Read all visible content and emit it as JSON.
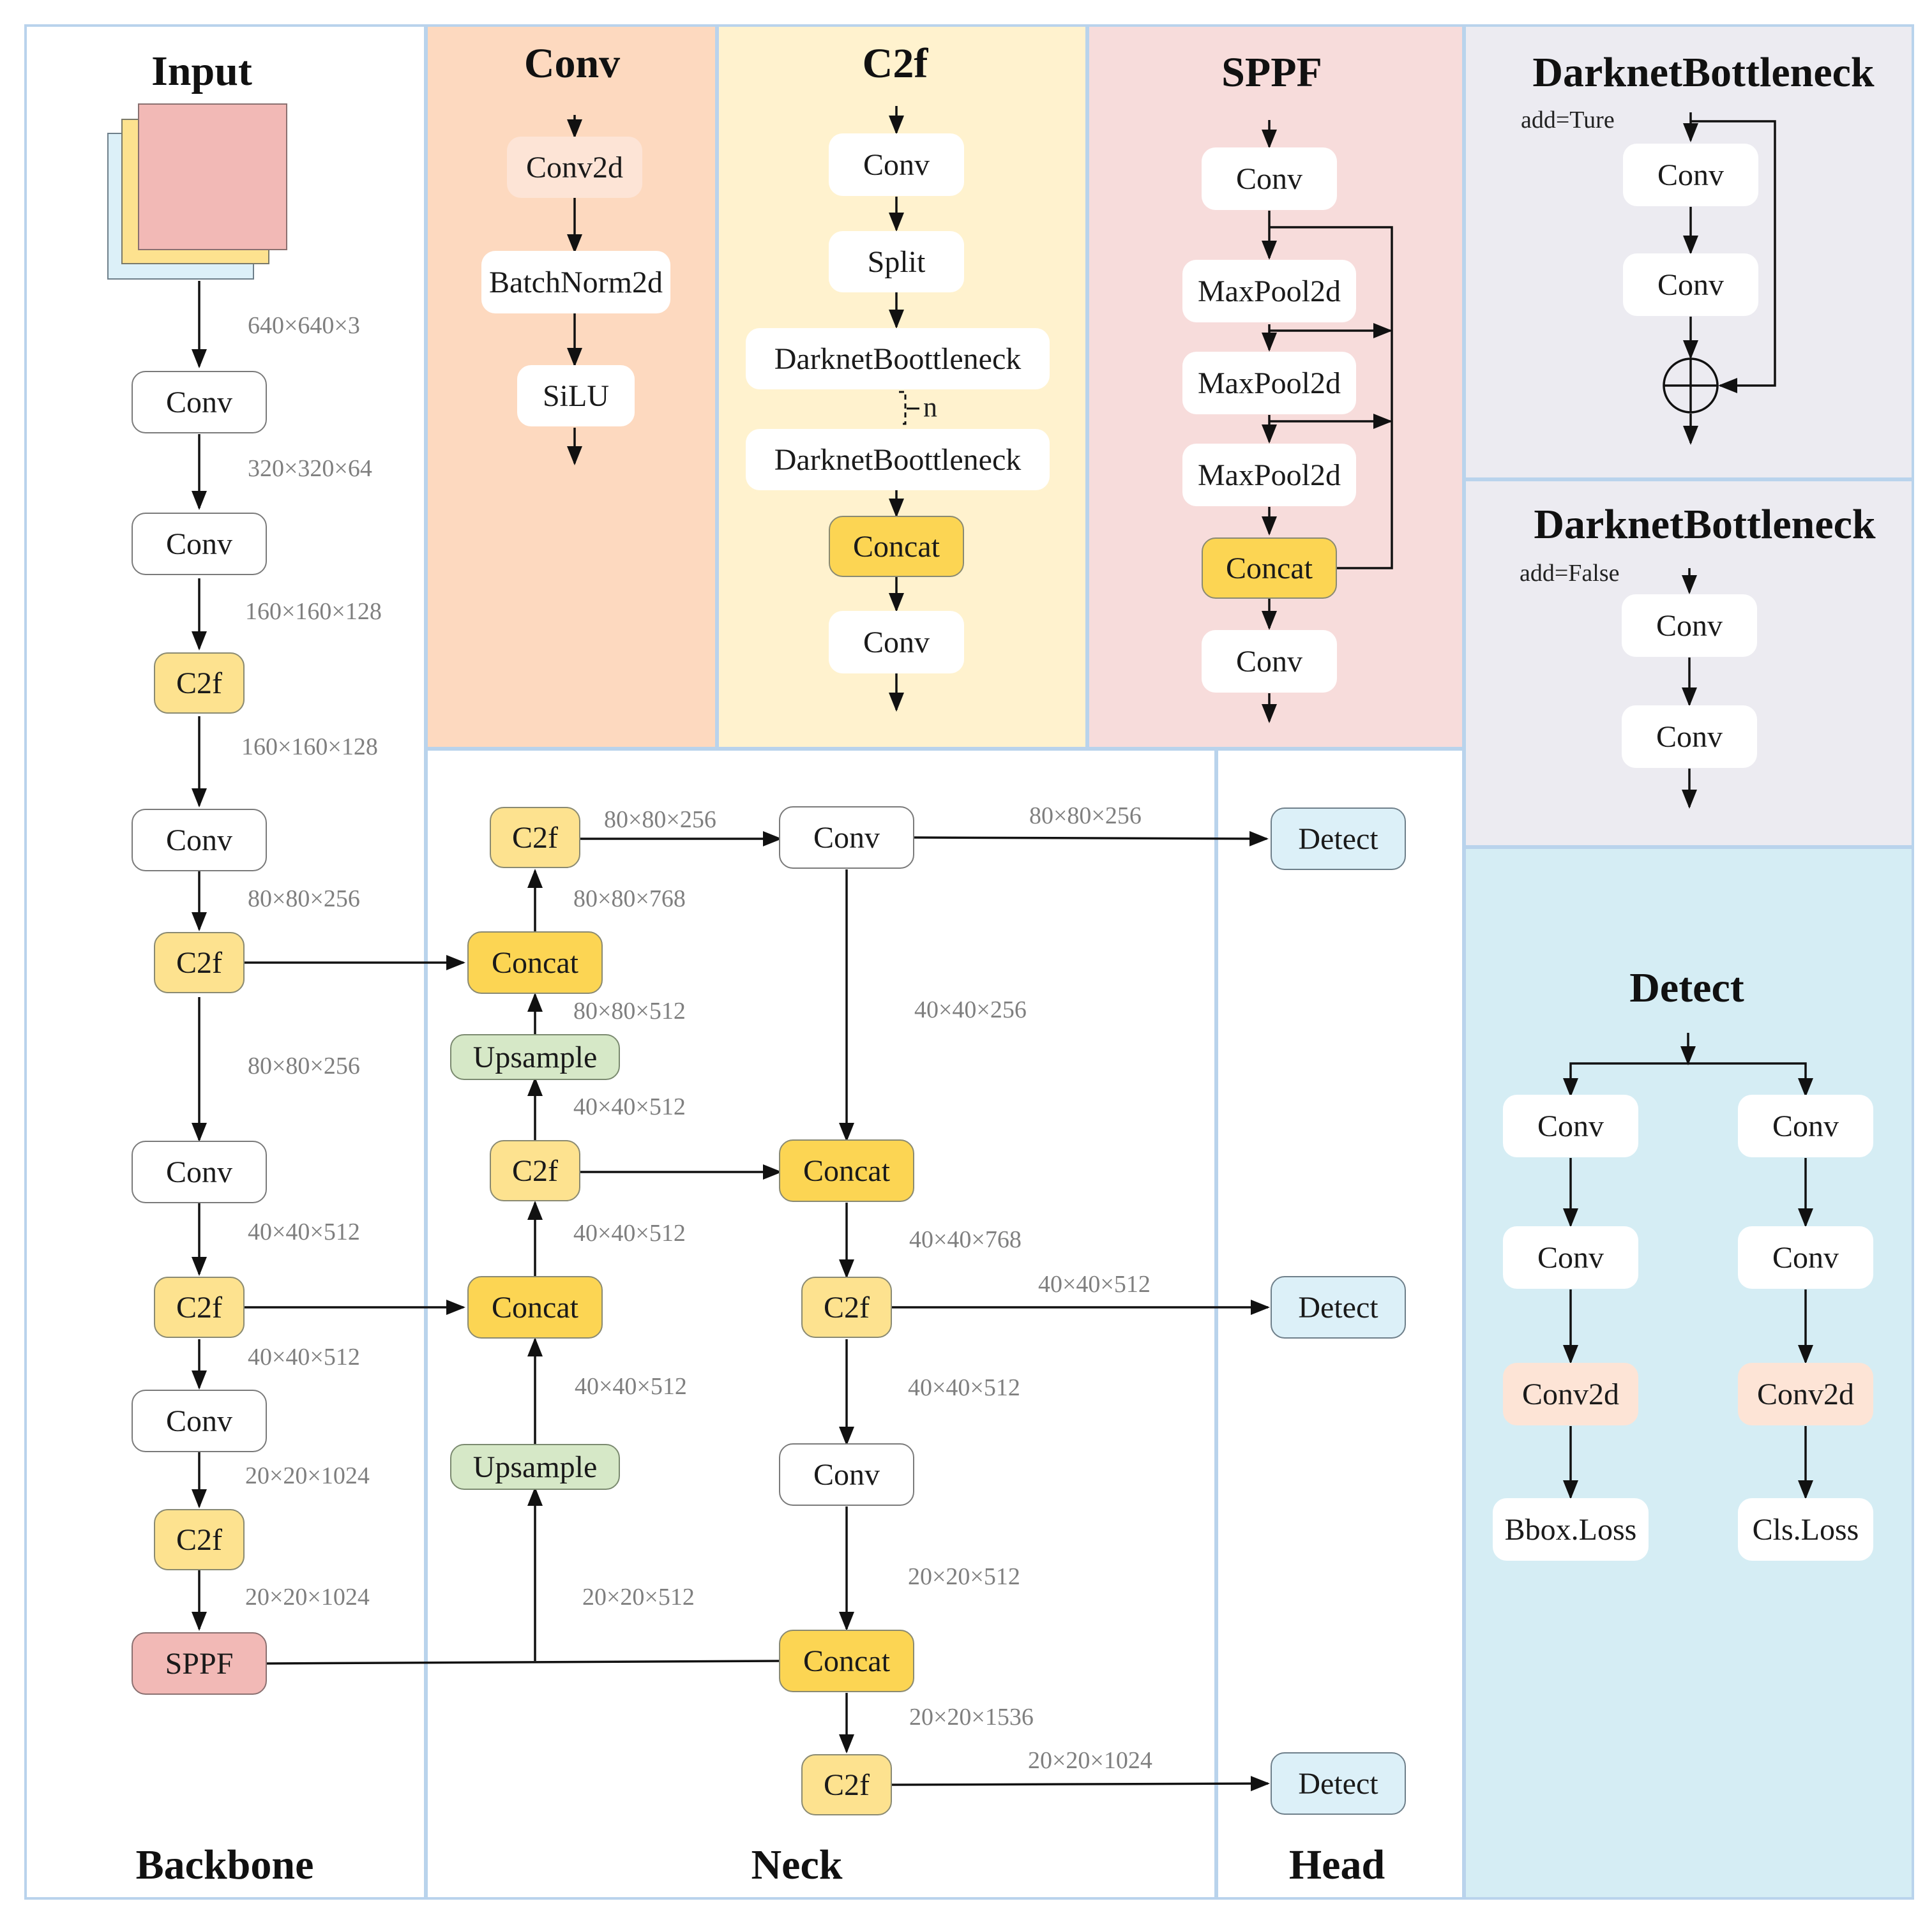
{
  "colors": {
    "panel_border": "#b9d3ec",
    "conv_panel": "#fdd9bf",
    "c2f_panel": "#fff2ce",
    "sppf_panel": "#f7dcdb",
    "bottleneck_panel": "#ecebf1",
    "detect_panel": "#d5edf4",
    "c2f_node": "#fde28f",
    "concat_node": "#fcd553",
    "upsample_node": "#d6e8c7",
    "sppf_node": "#f2b9b6",
    "detect_node": "#dcf0f8",
    "conv2d_node": "#fde4d6"
  },
  "sections": {
    "input": "Input",
    "backbone": "Backbone",
    "neck": "Neck",
    "head": "Head"
  },
  "backbone": {
    "nodes": [
      "Conv",
      "Conv",
      "C2f",
      "Conv",
      "C2f",
      "Conv",
      "C2f",
      "Conv",
      "C2f",
      "SPPF"
    ],
    "dims": [
      "640×640×3",
      "320×320×64",
      "160×160×128",
      "160×160×128",
      "80×80×256",
      "80×80×256",
      "40×40×512",
      "40×40×512",
      "20×20×1024",
      "20×20×1024"
    ]
  },
  "neck": {
    "left": {
      "c2f_top": "C2f",
      "concat_top": "Concat",
      "upsample_top": "Upsample",
      "c2f_mid": "C2f",
      "concat_mid": "Concat",
      "upsample_bottom": "Upsample"
    },
    "right": {
      "conv_top": "Conv",
      "concat_mid": "Concat",
      "c2f_mid": "C2f",
      "conv_bottom": "Conv",
      "concat_bottom": "Concat",
      "c2f_bottom": "C2f"
    },
    "dims": {
      "c2f_to_conv": "80×80×256",
      "concat_top_out": "80×80×768",
      "upsample_top_out": "80×80×512",
      "c2f_mid_out": "40×40×512",
      "concat_mid_out": "40×40×512",
      "upsample_bottom_out": "40×40×512",
      "sppf_out": "20×20×512",
      "conv_top_down": "40×40×256",
      "concat_mid_right_out": "40×40×768",
      "c2f_mid_right_out": "40×40×512",
      "conv_bottom_out": "20×20×512",
      "concat_bottom_out": "20×20×1536",
      "head_top": "80×80×256",
      "head_mid": "40×40×512",
      "head_bottom": "20×20×1024"
    }
  },
  "head": {
    "detects": [
      "Detect",
      "Detect",
      "Detect"
    ]
  },
  "conv_module": {
    "title": "Conv",
    "nodes": [
      "Conv2d",
      "BatchNorm2d",
      "SiLU"
    ]
  },
  "c2f_module": {
    "title": "C2f",
    "nodes": [
      "Conv",
      "Split",
      "DarknetBoottleneck",
      "DarknetBoottleneck",
      "Concat",
      "Conv"
    ],
    "repeat": "n"
  },
  "sppf_module": {
    "title": "SPPF",
    "nodes": [
      "Conv",
      "MaxPool2d",
      "MaxPool2d",
      "MaxPool2d",
      "Concat",
      "Conv"
    ]
  },
  "bottleneck_true": {
    "title": "DarknetBottleneck",
    "subtitle": "add=Ture",
    "nodes": [
      "Conv",
      "Conv"
    ]
  },
  "bottleneck_false": {
    "title": "DarknetBottleneck",
    "subtitle": "add=False",
    "nodes": [
      "Conv",
      "Conv"
    ]
  },
  "detect_module": {
    "title": "Detect",
    "left": [
      "Conv",
      "Conv",
      "Conv2d",
      "Bbox.Loss"
    ],
    "right": [
      "Conv",
      "Conv",
      "Conv2d",
      "Cls.Loss"
    ]
  }
}
